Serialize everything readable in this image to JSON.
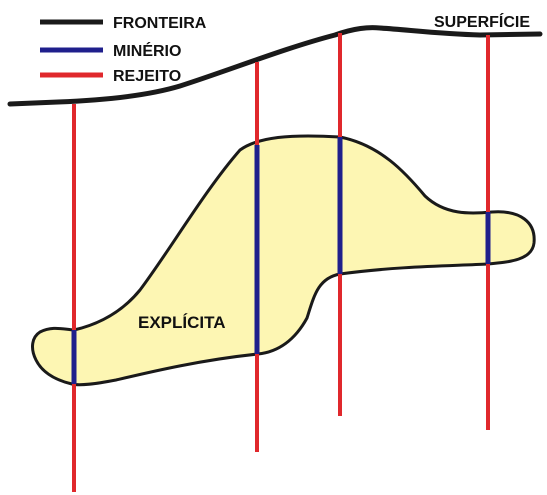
{
  "legend": {
    "boundary": {
      "label": "FRONTEIRA",
      "color": "#1a1a1a"
    },
    "ore": {
      "label": "MINÉRIO",
      "color": "#1f1f8c"
    },
    "waste": {
      "label": "REJEITO",
      "color": "#e0282c"
    }
  },
  "surface_label": "SUPERFÍCIE",
  "orebody": {
    "label": "EXPLÍCITA",
    "fill": "#fdf6b3",
    "outline": "#1a1a1a"
  }
}
